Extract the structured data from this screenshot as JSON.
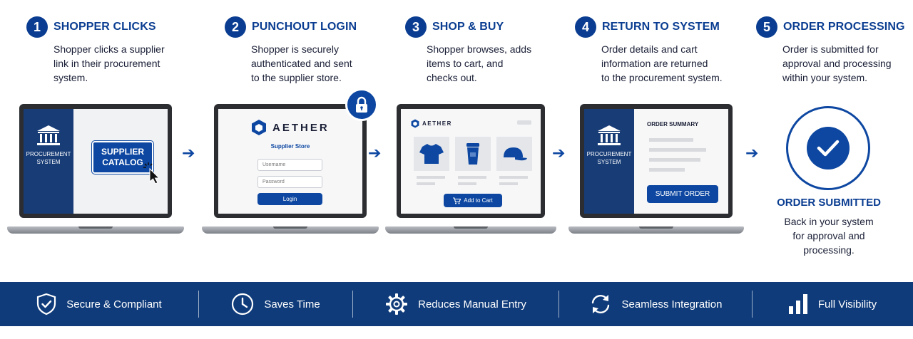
{
  "steps": [
    {
      "number": "1",
      "title": "SHOPPER CLICKS",
      "desc": [
        "Shopper clicks a supplier",
        "link in their procurement",
        "system."
      ]
    },
    {
      "number": "2",
      "title": "PUNCHOUT LOGIN",
      "desc": [
        "Shopper is securely",
        "authenticated and sent",
        "to the supplier store."
      ]
    },
    {
      "number": "3",
      "title": "SHOP & BUY",
      "desc": [
        "Shopper browses, adds",
        "items to cart, and",
        "checks out."
      ]
    },
    {
      "number": "4",
      "title": "RETURN TO SYSTEM",
      "desc": [
        "Order details and cart",
        "information are returned",
        "to the procurement system."
      ]
    },
    {
      "number": "5",
      "title": "ORDER PROCESSING",
      "desc": [
        "Order is submitted for",
        "approval and processing",
        "within your system."
      ]
    }
  ],
  "screen1": {
    "panel_label": "PROCUREMENT\nSYSTEM",
    "button_label": "SUPPLIER\nCATALOG"
  },
  "screen2": {
    "brand": "AETHER",
    "store_label": "Supplier Store",
    "username_placeholder": "Username",
    "password_placeholder": "Password",
    "login_label": "Login"
  },
  "screen3": {
    "brand": "AETHER",
    "cart_label": "Add to Cart"
  },
  "screen4": {
    "panel_label": "PROCUREMENT\nSYSTEM",
    "summary_title": "ORDER SUMMARY",
    "submit_label": "SUBMIT ORDER"
  },
  "final": {
    "title": "ORDER SUBMITTED",
    "desc": [
      "Back in your system",
      "for approval and",
      "processing."
    ]
  },
  "features": [
    {
      "label": "Secure & Compliant",
      "icon": "shield-check-icon"
    },
    {
      "label": "Saves Time",
      "icon": "clock-icon"
    },
    {
      "label": "Reduces Manual Entry",
      "icon": "gear-icon"
    },
    {
      "label": "Seamless Integration",
      "icon": "refresh-icon"
    },
    {
      "label": "Full Visibility",
      "icon": "bar-chart-icon"
    }
  ],
  "colors": {
    "primary": "#0d47a1",
    "panel": "#173c76",
    "footer": "#0f3b7a"
  }
}
